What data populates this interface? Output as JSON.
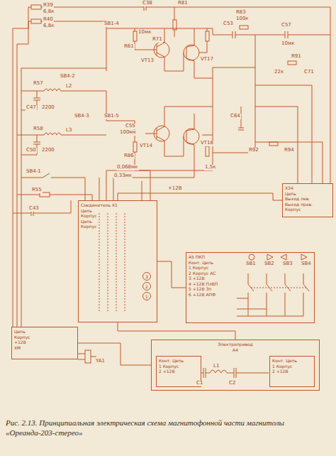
{
  "diagram": {
    "caption": "Рис. 2.13. Принципиальная электрическая схема магнитофонной части магнитолы «Ореанда-203-стерео»",
    "nodes": [
      {
        "text": [
          "X34",
          "Цепь",
          "Выход лев.",
          "Выход прав.",
          "Корпус"
        ]
      },
      {
        "text": [
          "A5 ПКП",
          "Конт. Цепь",
          "1 Корпус",
          "2 Корпус АС",
          "3 +12В",
          "4 +12В ПлВП",
          "5 +12В Зп",
          "6 +12В АПФ"
        ]
      },
      {
        "text": [
          "Соединитель X1",
          "Цепь",
          "Корпус",
          "Цепь",
          "Корпус"
        ]
      },
      {
        "text": [
          "Цепь",
          "Корпус",
          "+12В",
          "ХМ"
        ]
      },
      {
        "text": [
          "Электропривод",
          "A4"
        ]
      },
      {
        "text": [
          "Конт. Цепь",
          "1 Корпус",
          "2 +12В"
        ],
        "in": 4
      },
      {
        "text": [
          "Конт. Цепь",
          "1 Корпус",
          "2 +12В"
        ],
        "in": 4
      },
      {
        "text": [
          "3"
        ],
        "in": 2
      },
      {
        "text": [
          "2"
        ],
        "in": 2
      },
      {
        "text": [
          "1"
        ],
        "in": 2
      }
    ],
    "edges": [
      {
        "from": 2,
        "to": 0,
        "arrow": "none"
      },
      {
        "from": 2,
        "to": 1,
        "arrow": "none"
      },
      {
        "from": 2,
        "to": 4,
        "arrow": "none"
      },
      {
        "from": 3,
        "to": 4,
        "arrow": "none"
      }
    ],
    "labels": [
      "R39",
      "6,8к",
      "R40",
      "6,8к",
      "C38",
      "10мк",
      "R81",
      "R71",
      "VT13",
      "VT17",
      "SB1-4",
      "R61",
      "C53",
      "R83",
      "100к",
      "C57",
      "10мк",
      "R91",
      "22к",
      "C71",
      "SB4-2",
      "R57",
      "L2",
      "C47",
      "2200",
      "SB4-3",
      "R58",
      "L3",
      "C50",
      "2200",
      "SB1-5",
      "C55",
      "100мк",
      "VT14",
      "VT18",
      "R86",
      "0,068мк",
      "1,5к",
      "C64",
      "R92",
      "R94",
      "0,33мк",
      "SB4-1",
      "R55",
      "C43",
      "+12В",
      "YA1",
      "SB1",
      "SB2",
      "SB3",
      "SB4",
      "C1",
      "L1",
      "C2"
    ]
  }
}
